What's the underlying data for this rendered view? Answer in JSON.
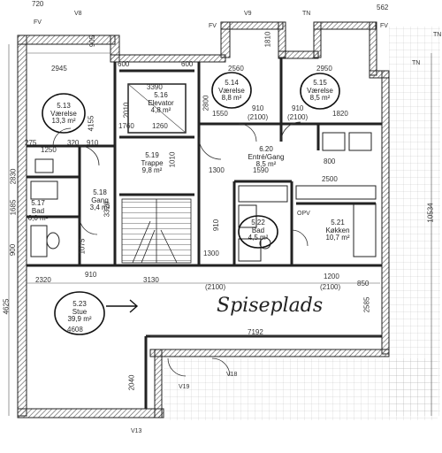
{
  "rooms": [
    {
      "id": "5.13",
      "name": "Værelse",
      "area": "13,3 m²"
    },
    {
      "id": "5.16",
      "name": "Elevator",
      "area": "4,8 m²"
    },
    {
      "id": "5.14",
      "name": "Værelse",
      "area": "8,8 m²"
    },
    {
      "id": "5.15",
      "name": "Værelse",
      "area": "8,5 m²"
    },
    {
      "id": "5.19",
      "name": "Trappe",
      "area": "9,8 m²"
    },
    {
      "id": "6.20",
      "name": "Entré/Gang",
      "area": "8,5 m²"
    },
    {
      "id": "5.17",
      "name": "Bad",
      "area": "6,0 m²"
    },
    {
      "id": "5.18",
      "name": "Gang",
      "area": "3,4 m²"
    },
    {
      "id": "5.22",
      "name": "Bad",
      "area": "4,5 m²"
    },
    {
      "id": "5.21",
      "name": "Køkken",
      "area": "10,7 m²"
    },
    {
      "id": "5.23",
      "name": "Stue",
      "area": "39,9 m²"
    }
  ],
  "annotation": "Spiseplads",
  "dims": {
    "d720": "720",
    "d2945": "2945",
    "d905": "905",
    "d600a": "600",
    "d600b": "600",
    "d3390": "3390",
    "d2560": "2560",
    "d2950": "2950",
    "d1810": "1810",
    "d4155": "4155",
    "d2010": "2010",
    "d1760": "1760",
    "d1260": "1260",
    "d2800": "2800",
    "d1550": "1550",
    "d910a": "910",
    "d2100a": "(2100)",
    "d910b": "910",
    "d2100b": "(2100)",
    "d1820": "1820",
    "d275": "275",
    "d1250": "1250",
    "d320": "320",
    "d910c": "910",
    "d1300a": "1300",
    "d800": "800",
    "d1590": "1590",
    "d2500": "2500",
    "d1010": "1010",
    "d3320": "3320",
    "d1685": "1685",
    "d2830": "2830",
    "d910d": "910",
    "d2320": "2320",
    "d3130": "3130",
    "d910e": "910",
    "d2100c": "(2100)",
    "d1200": "1200",
    "d2100d": "(2100)",
    "d850": "850",
    "d4625": "4625",
    "d7192": "7192",
    "d2585": "2585",
    "d2040": "2040",
    "d4608": "4608",
    "d10534": "10534",
    "d562": "562",
    "d1300b": "1300",
    "d900": "900",
    "d1075": "1075"
  },
  "tags": {
    "fv1": "FV",
    "fv2": "FV",
    "fv3": "FV",
    "tn1": "TN",
    "tn2": "TN",
    "tn3": "TN",
    "v8": "V8",
    "v9": "V9",
    "v13": "V13",
    "v18": "V18",
    "v19": "V19",
    "opv": "OPV"
  }
}
